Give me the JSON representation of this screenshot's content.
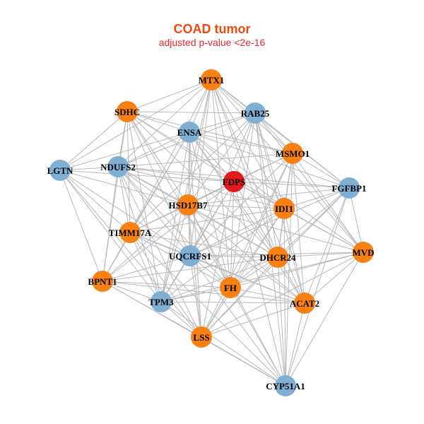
{
  "title": "COAD tumor",
  "subtitle": "adjusted p-value <2e-16",
  "colors": {
    "title": "#ee4a0e",
    "subtitle": "#e8262a",
    "edge": "#b8b8b8",
    "group_colors": {
      "orange": "#f98012",
      "blue": "#7fb0d3",
      "red": "#e31a1c"
    }
  },
  "nodes": [
    {
      "id": "MTX1",
      "group": "orange"
    },
    {
      "id": "SDHC",
      "group": "orange"
    },
    {
      "id": "RAB25",
      "group": "blue"
    },
    {
      "id": "ENSA",
      "group": "blue"
    },
    {
      "id": "MSMO1",
      "group": "orange"
    },
    {
      "id": "LGTN",
      "group": "blue"
    },
    {
      "id": "NDUFS2",
      "group": "blue"
    },
    {
      "id": "FDPS",
      "group": "red"
    },
    {
      "id": "FGFBP1",
      "group": "blue"
    },
    {
      "id": "HSD17B7",
      "group": "orange"
    },
    {
      "id": "IDI1",
      "group": "orange"
    },
    {
      "id": "TIMM17A",
      "group": "orange"
    },
    {
      "id": "UQCRFS1",
      "group": "blue"
    },
    {
      "id": "DHCR24",
      "group": "orange"
    },
    {
      "id": "MVD",
      "group": "orange"
    },
    {
      "id": "BPNT1",
      "group": "orange"
    },
    {
      "id": "FH",
      "group": "orange"
    },
    {
      "id": "TPM3",
      "group": "blue"
    },
    {
      "id": "ACAT2",
      "group": "orange"
    },
    {
      "id": "LSS",
      "group": "orange"
    },
    {
      "id": "CYP51A1",
      "group": "blue"
    }
  ]
}
